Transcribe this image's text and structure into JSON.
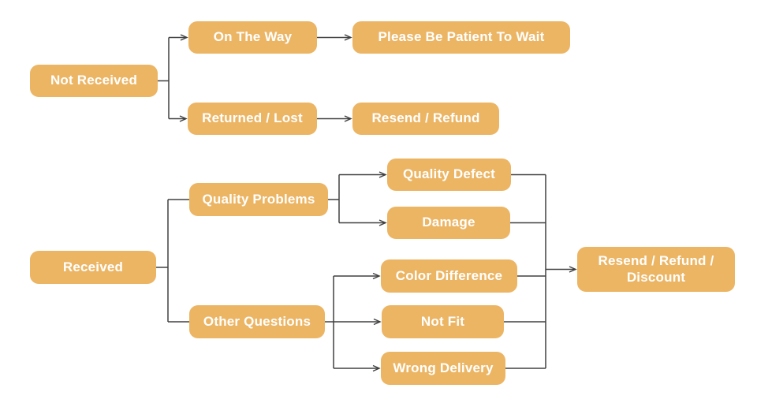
{
  "diagram": {
    "title": "Customer service decision flowchart",
    "colors": {
      "node_fill": "#ECB564",
      "node_text": "#FFFFFF",
      "line": "#404040",
      "background": "#FFFFFF"
    },
    "nodes": {
      "not_received": "Not Received",
      "on_the_way": "On The Way",
      "returned_lost": "Returned / Lost",
      "please_wait": "Please Be Patient To Wait",
      "resend_refund": "Resend / Refund",
      "received": "Received",
      "quality_problems": "Quality Problems",
      "other_questions": "Other Questions",
      "quality_defect": "Quality Defect",
      "damage": "Damage",
      "color_difference": "Color Difference",
      "not_fit": "Not Fit",
      "wrong_delivery": "Wrong Delivery",
      "resend_refund_discount": "Resend / Refund / Discount"
    },
    "edges": [
      {
        "from": "Not Received",
        "to": "On The Way",
        "arrow": true
      },
      {
        "from": "Not Received",
        "to": "Returned / Lost",
        "arrow": true
      },
      {
        "from": "On The Way",
        "to": "Please Be Patient To Wait",
        "arrow": true
      },
      {
        "from": "Returned / Lost",
        "to": "Resend / Refund",
        "arrow": true
      },
      {
        "from": "Received",
        "to": "Quality Problems",
        "arrow": false
      },
      {
        "from": "Received",
        "to": "Other Questions",
        "arrow": false
      },
      {
        "from": "Quality Problems",
        "to": "Quality Defect",
        "arrow": true
      },
      {
        "from": "Quality Problems",
        "to": "Damage",
        "arrow": true
      },
      {
        "from": "Other Questions",
        "to": "Color Difference",
        "arrow": true
      },
      {
        "from": "Other Questions",
        "to": "Not Fit",
        "arrow": true
      },
      {
        "from": "Other Questions",
        "to": "Wrong Delivery",
        "arrow": true
      },
      {
        "from": "Quality Defect",
        "to": "Resend / Refund / Discount",
        "arrow": true
      },
      {
        "from": "Damage",
        "to": "Resend / Refund / Discount",
        "arrow": true
      },
      {
        "from": "Color Difference",
        "to": "Resend / Refund / Discount",
        "arrow": true
      },
      {
        "from": "Not Fit",
        "to": "Resend / Refund / Discount",
        "arrow": true
      },
      {
        "from": "Wrong Delivery",
        "to": "Resend / Refund / Discount",
        "arrow": true
      }
    ]
  }
}
